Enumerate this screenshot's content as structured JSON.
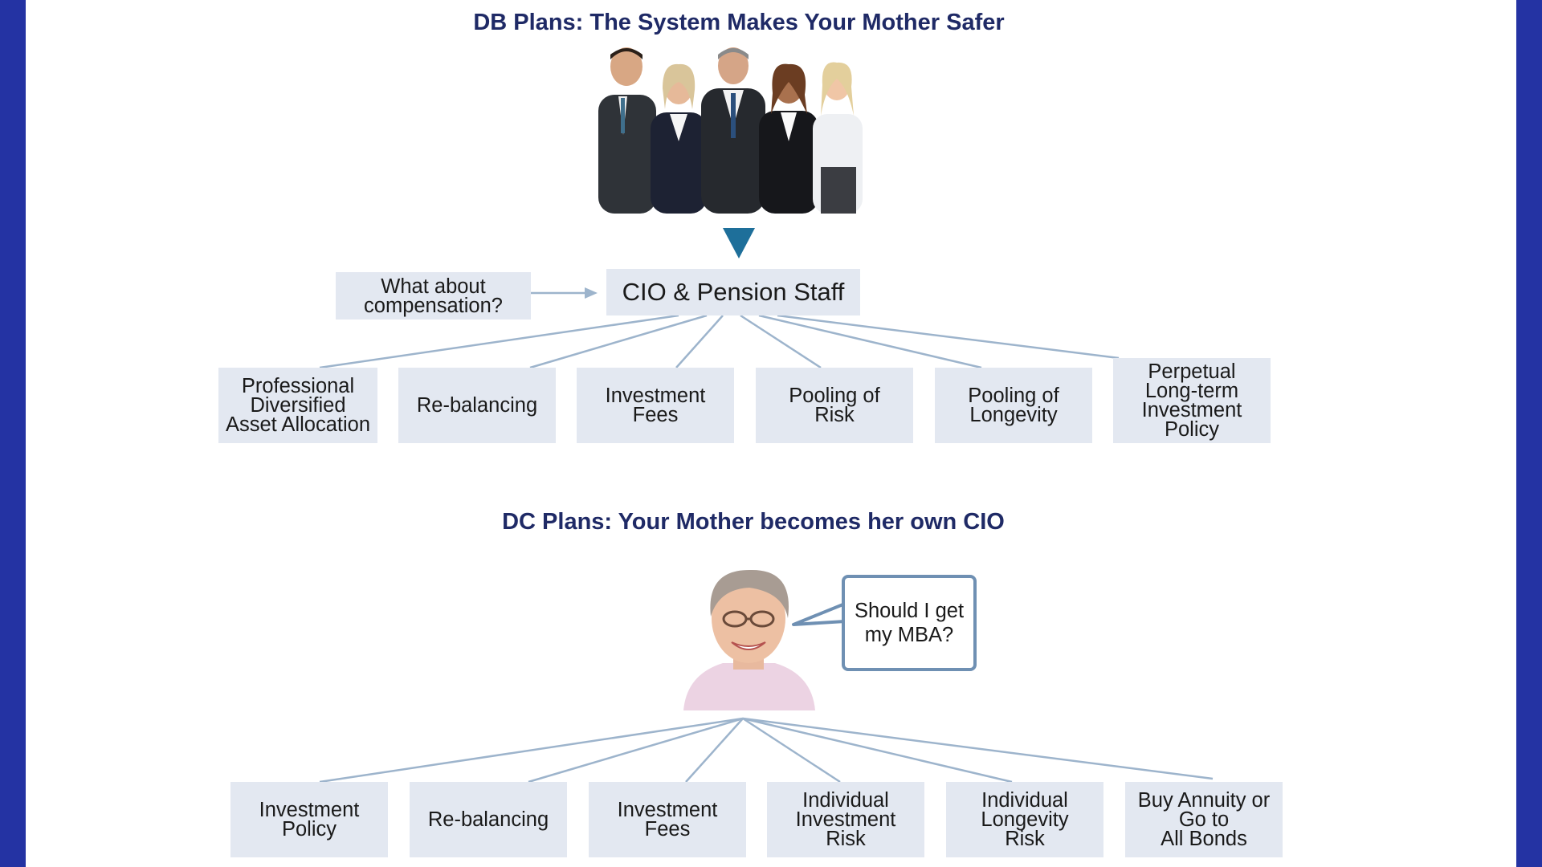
{
  "db_section": {
    "title": "DB Plans: The System Makes Your Mother Safer",
    "comp_box": "What about\ncompensation?",
    "center_box": "CIO & Pension Staff",
    "items": [
      "Professional\nDiversified\nAsset Allocation",
      "Re-balancing",
      "Investment\nFees",
      "Pooling of\nRisk",
      "Pooling of\nLongevity",
      "Perpetual\nLong-term\nInvestment\nPolicy"
    ]
  },
  "dc_section": {
    "title": "DC Plans: Your Mother becomes her own CIO",
    "speech": "Should I get\nmy MBA?",
    "items": [
      "Investment\nPolicy",
      "Re-balancing",
      "Investment\nFees",
      "Individual\nInvestment\nRisk",
      "Individual\nLongevity\nRisk",
      "Buy Annuity or\nGo to\nAll Bonds"
    ]
  },
  "colors": {
    "side_bar": "#2433a3",
    "heading": "#1f2a66",
    "box_fill": "#e3e8f1",
    "connector": "#9db4cc",
    "down_arrow": "#1e6f9a",
    "bubble_border": "#6f90b3"
  },
  "images": {
    "group_photo": "group-of-business-people-photo",
    "mother_photo": "smiling-older-woman-photo"
  }
}
